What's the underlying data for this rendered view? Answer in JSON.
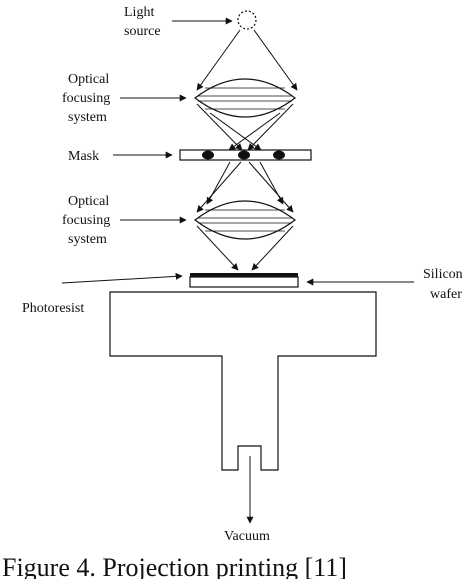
{
  "labels": {
    "light_source_l1": "Light",
    "light_source_l2": "source",
    "optical_1_l1": "Optical",
    "optical_1_l2": "focusing",
    "optical_1_l3": "system",
    "mask": "Mask",
    "optical_2_l1": "Optical",
    "optical_2_l2": "focusing",
    "optical_2_l3": "system",
    "silicon_l1": "Silicon",
    "silicon_l2": "wafer",
    "photoresist": "Photoresist",
    "vacuum": "Vacuum"
  },
  "caption": "Figure 4. Projection printing [11]",
  "colors": {
    "ink": "#111111",
    "background": "#ffffff"
  }
}
